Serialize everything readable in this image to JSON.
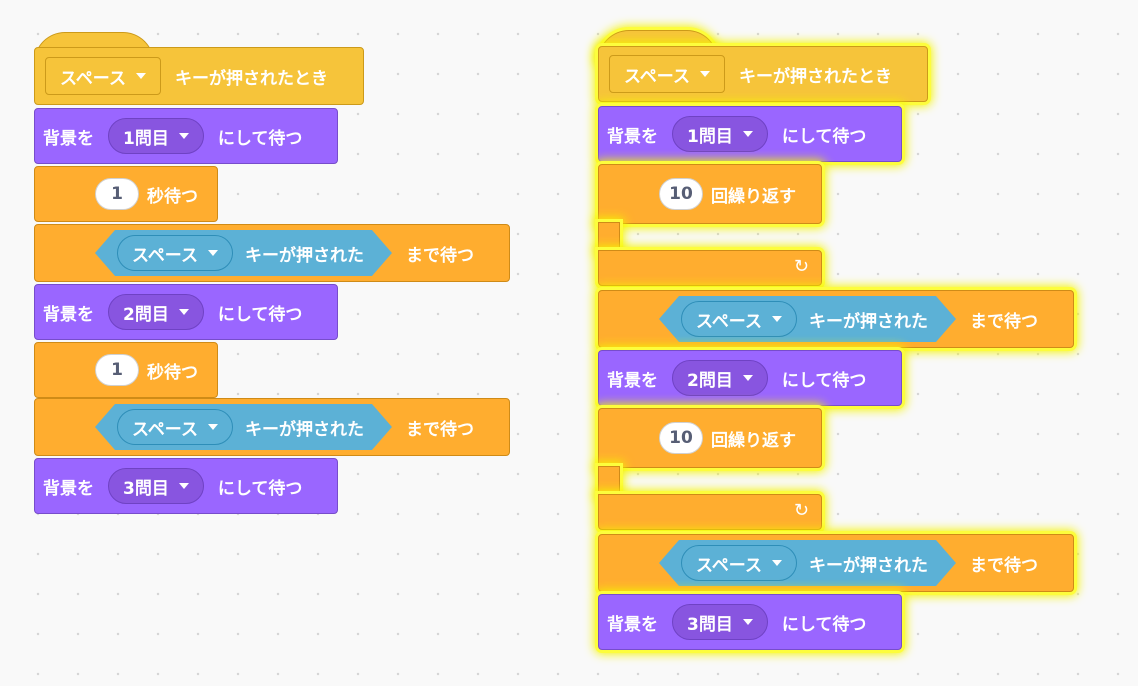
{
  "script_left": {
    "hat": {
      "dropdown": "スペース",
      "label": "キーが押されたとき"
    },
    "steps": [
      {
        "type": "switch",
        "prefix": "背景を",
        "value": "1問目",
        "suffix": "にして待つ"
      },
      {
        "type": "wait",
        "num": "1",
        "label": "秒待つ"
      },
      {
        "type": "waituntil",
        "key": "スペース",
        "pressed": "キーが押された",
        "suffix": "まで待つ"
      },
      {
        "type": "switch",
        "prefix": "背景を",
        "value": "2問目",
        "suffix": "にして待つ"
      },
      {
        "type": "wait",
        "num": "1",
        "label": "秒待つ"
      },
      {
        "type": "waituntil",
        "key": "スペース",
        "pressed": "キーが押された",
        "suffix": "まで待つ"
      },
      {
        "type": "switch",
        "prefix": "背景を",
        "value": "3問目",
        "suffix": "にして待つ"
      }
    ]
  },
  "script_right": {
    "hat": {
      "dropdown": "スペース",
      "label": "キーが押されたとき"
    },
    "steps": [
      {
        "type": "switch",
        "prefix": "背景を",
        "value": "1問目",
        "suffix": "にして待つ"
      },
      {
        "type": "repeat",
        "num": "10",
        "label": "回繰り返す"
      },
      {
        "type": "waituntil",
        "key": "スペース",
        "pressed": "キーが押された",
        "suffix": "まで待つ"
      },
      {
        "type": "switch",
        "prefix": "背景を",
        "value": "2問目",
        "suffix": "にして待つ"
      },
      {
        "type": "repeat",
        "num": "10",
        "label": "回繰り返す"
      },
      {
        "type": "waituntil",
        "key": "スペース",
        "pressed": "キーが押された",
        "suffix": "まで待つ"
      },
      {
        "type": "switch",
        "prefix": "背景を",
        "value": "3問目",
        "suffix": "にして待つ"
      }
    ]
  },
  "icons": {
    "repeat_arrow": "↻",
    "dropdown": "chevron-down-icon"
  },
  "colors": {
    "events": "#f6c43a",
    "looks": "#9a66ff",
    "control": "#ffad2f",
    "sensing": "#5cb1d6",
    "glow": "#f4f400"
  }
}
